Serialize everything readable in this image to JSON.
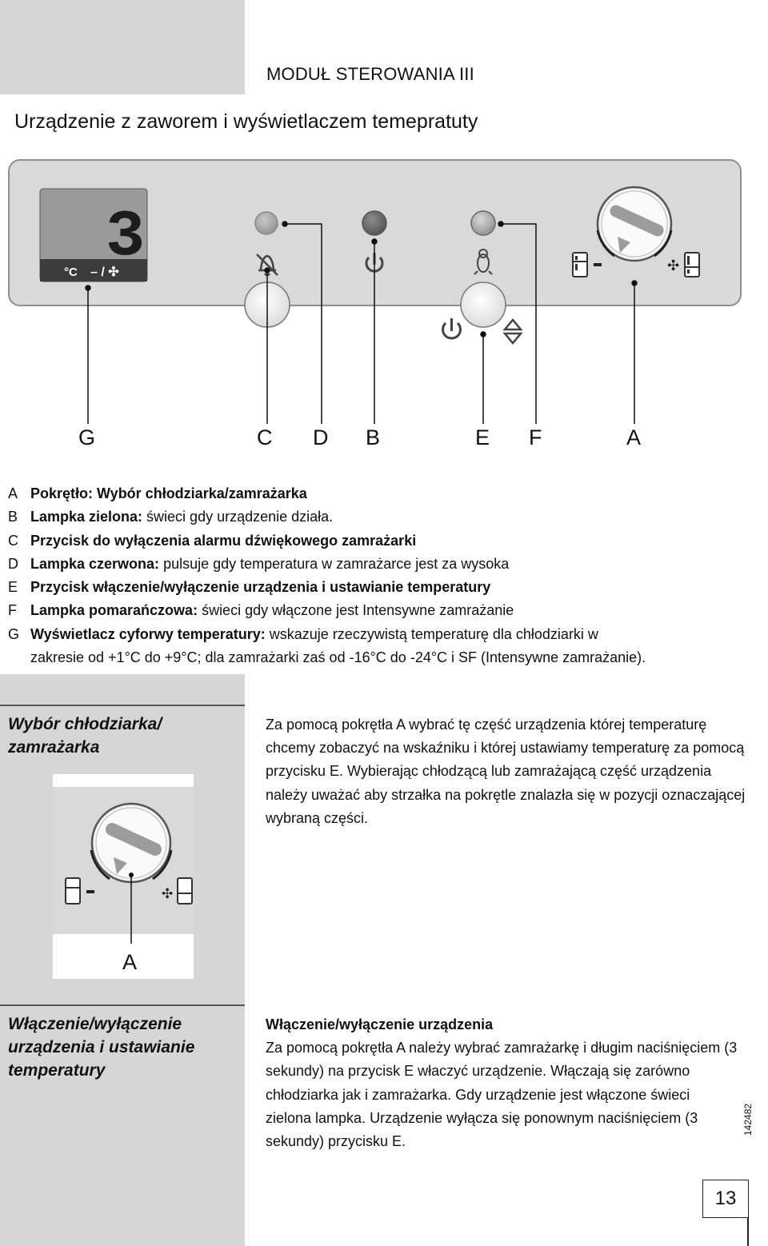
{
  "header": {
    "module_title": "MODUŁ STEROWANIA III",
    "main_title": "Urządzenie z zaworem i wyświetlaczem  temepratuty"
  },
  "display": {
    "digit": "3",
    "unit": "°C",
    "mode": "– / ✣"
  },
  "letters": [
    "G",
    "C",
    "D",
    "B",
    "E",
    "F",
    "A"
  ],
  "legend": [
    {
      "key": "A",
      "bold": "Pokrętło: Wybór chłodziarka/zamrażarka",
      "text": ""
    },
    {
      "key": "B",
      "bold": "Lampka zielona:",
      "text": " świeci gdy urządzenie działa."
    },
    {
      "key": "C",
      "bold": "Przycisk do wyłączenia alarmu dźwiękowego zamrażarki",
      "text": ""
    },
    {
      "key": "D",
      "bold": "Lampka czerwona:",
      "text": " pulsuje gdy temperatura w zamrażarce jest za wysoka"
    },
    {
      "key": "E",
      "bold": "Przycisk włączenie/wyłączenie urządzenia i ustawianie temperatury",
      "text": ""
    },
    {
      "key": "F",
      "bold": "Lampka pomarańczowa:",
      "text": " świeci gdy włączone jest Intensywne zamrażanie"
    },
    {
      "key": "G",
      "bold": "Wyświetlacz cyforwy temperatury:",
      "text": " wskazuje rzeczywistą temperaturę dla chłodziarki w"
    }
  ],
  "legend_continuation": "zakresie od +1°C do +9°C; dla zamrażarki zaś od -16°C do -24°C i SF (Intensywne zamrażanie).",
  "section1": {
    "title_line1": "Wybór chłodziarka/",
    "title_line2": "zamrażarka",
    "text": "Za pomocą  pokrętła A wybrać tę część urządzenia  której temperaturę chcemy zobaczyć na wskaźniku i której  ustawiamy temperaturę za pomocą przycisku E. Wybierając chłodzącą lub zamrażającą część  urządzenia należy uważać aby strzałka na pokrętle znalazła się w pozycji oznaczającej wybraną części.",
    "knob_label": "A"
  },
  "section2": {
    "title_line1": "Włączenie/wyłączenie",
    "title_line2": "urządzenia i ustawianie",
    "title_line3": "temperatury",
    "heading": "Włączenie/wyłączenie urządzenia",
    "text": "Za pomocą pokrętła A należy wybrać zamrażarkę i długim naciśnięciem (3 sekundy) na przycisk E właczyć urządzenie. Włączają się zarówno chłodziarka jak i zamrażarka. Gdy urządzenie jest włączone świeci zielona lampka. Urządzenie wyłącza się ponownym naciśnięciem (3 sekundy) przycisku E."
  },
  "footer": {
    "page_number": "13",
    "doc_number": "142482"
  },
  "colors": {
    "panel": "#d9d9d9",
    "grey_column": "#d6d6d6",
    "display_bg": "#9a9a9a",
    "display_strip": "#3c3c3c"
  }
}
